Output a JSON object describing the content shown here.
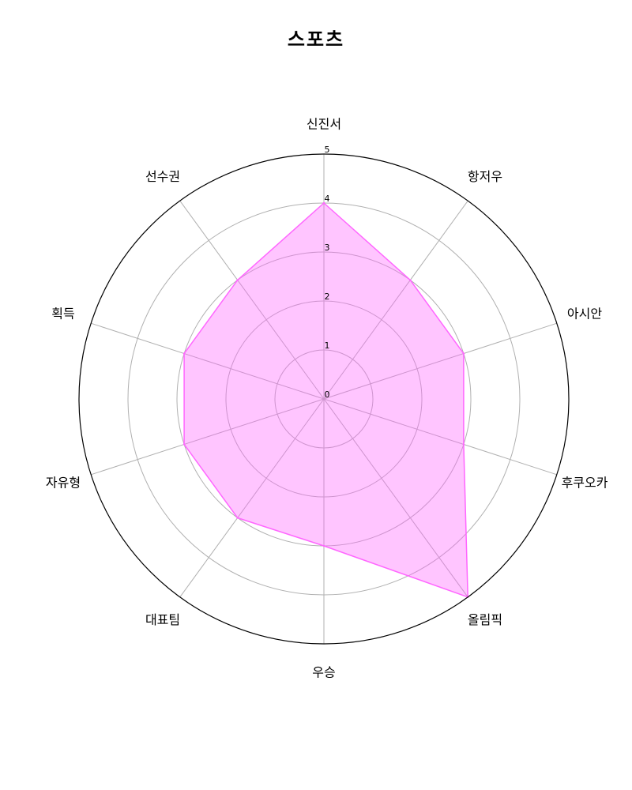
{
  "chart_data": {
    "type": "radar",
    "title": "스포츠",
    "categories": [
      "신진서",
      "항저우",
      "아시안",
      "후쿠오카",
      "올림픽",
      "우승",
      "대표팀",
      "자유형",
      "획득",
      "선수권"
    ],
    "series": [
      {
        "values": [
          4,
          3,
          3,
          3,
          5,
          3,
          3,
          3,
          3,
          3
        ]
      }
    ],
    "rlim": [
      0,
      5
    ],
    "rticks": [
      "0",
      "1",
      "2",
      "3",
      "4",
      "5"
    ],
    "grid": true,
    "colors": {
      "fill": "#ff66ff",
      "fill_opacity": 0.38,
      "line": "#ff66ff",
      "grid": "#b0b0b0",
      "frame": "#000000"
    }
  }
}
